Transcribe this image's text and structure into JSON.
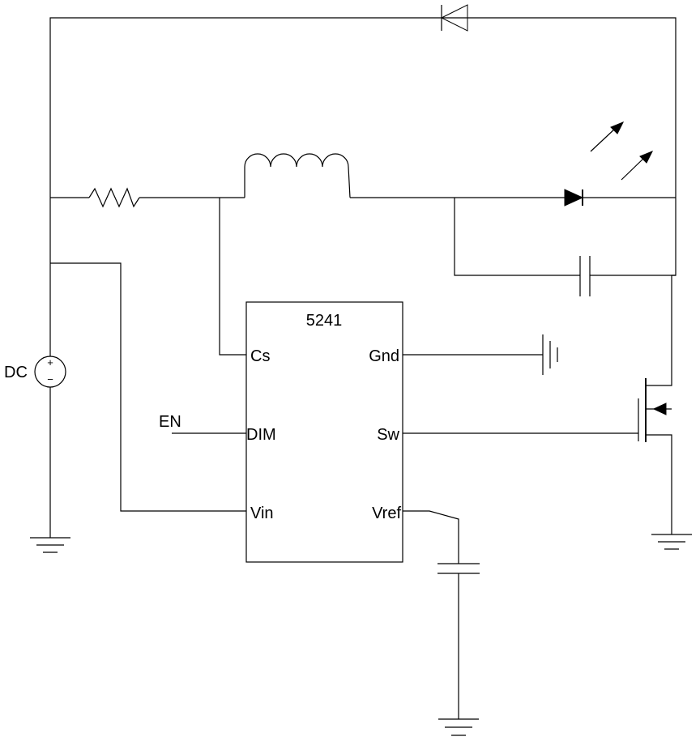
{
  "chip": {
    "part_number": "5241",
    "pins": {
      "cs": "Cs",
      "dim": "DIM",
      "vin": "Vin",
      "gnd": "Gnd",
      "sw": "Sw",
      "vref": "Vref"
    }
  },
  "labels": {
    "source": "DC",
    "enable": "EN",
    "source_plus": "+",
    "source_minus": "−"
  }
}
